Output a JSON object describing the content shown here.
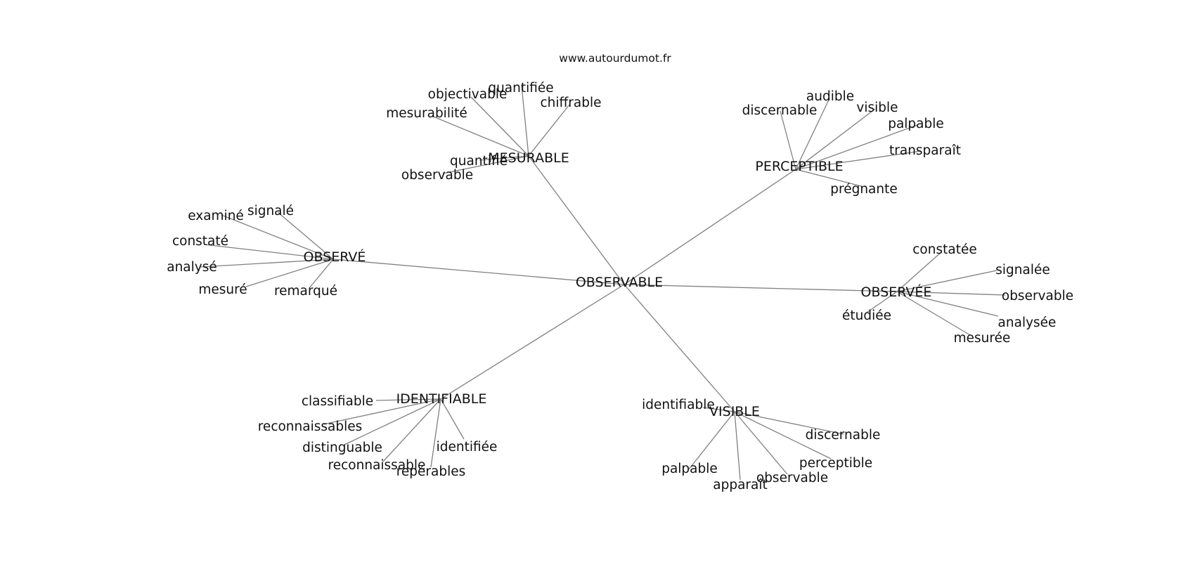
{
  "site": "www.autourdumot.fr",
  "center": "OBSERVABLE",
  "groups": [
    {
      "hub": "MESURABLE",
      "leaves": [
        "objectivable",
        "quantifiée",
        "chiffrable",
        "mesurabilité",
        "quantifié",
        "observable"
      ]
    },
    {
      "hub": "PERCEPTIBLE",
      "leaves": [
        "discernable",
        "audible",
        "visible",
        "palpable",
        "transparaît",
        "prégnante"
      ]
    },
    {
      "hub": "OBSERVÉ",
      "leaves": [
        "examiné",
        "signalé",
        "constaté",
        "analysé",
        "mesuré",
        "remarqué"
      ]
    },
    {
      "hub": "OBSERVÉE",
      "leaves": [
        "constatée",
        "signalée",
        "observable",
        "analysée",
        "mesurée",
        "étudiée"
      ]
    },
    {
      "hub": "IDENTIFIABLE",
      "leaves": [
        "classifiable",
        "reconnaissables",
        "distinguable",
        "reconnaissable",
        "repérables",
        "identifiée"
      ]
    },
    {
      "hub": "VISIBLE",
      "leaves": [
        "identifiable",
        "discernable",
        "perceptible",
        "observable",
        "apparaît",
        "palpable"
      ]
    }
  ]
}
